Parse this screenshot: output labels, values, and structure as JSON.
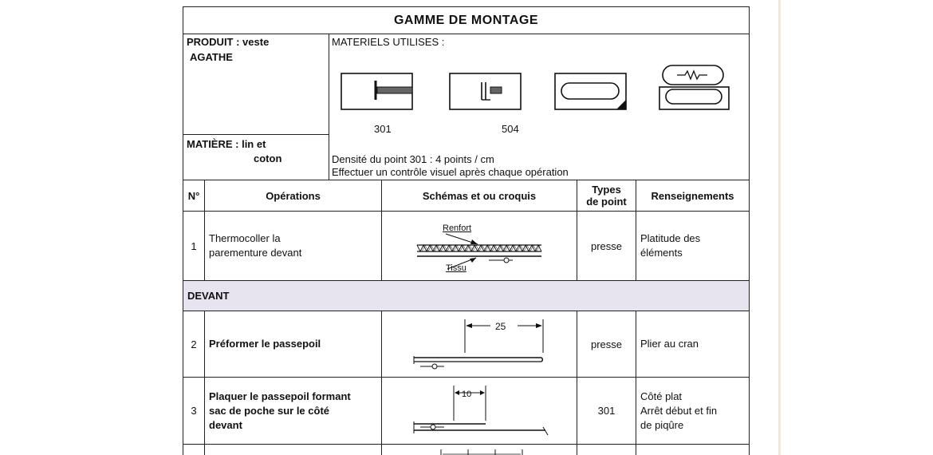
{
  "document": {
    "title": "GAMME DE MONTAGE",
    "product_label": "PRODUIT : veste",
    "product_name": "AGATHE",
    "material_label": "MATIÈRE : lin et",
    "material_name": "coton",
    "materials_title": "MATERIELS UTILISES :",
    "machine_codes": [
      "301",
      "504"
    ],
    "note_density": "Densité du point 301 : 4 points / cm",
    "note_control": "Effectuer un contrôle visuel après chaque opération"
  },
  "table": {
    "headers": {
      "num": "N°",
      "operations": "Opérations",
      "schemas": "Schémas et ou croquis",
      "types_line1": "Types",
      "types_line2": "de point",
      "renseignements": "Renseignements"
    },
    "rows": [
      {
        "num": "1",
        "operation_lines": [
          "Thermocoller la",
          "parementure devant"
        ],
        "sketch_labels": {
          "renfort": "Renfort",
          "tissu": "Tissu"
        },
        "type": "presse",
        "info_lines": [
          "Platitude des",
          "éléments"
        ]
      }
    ],
    "section": "DEVANT",
    "rows2": [
      {
        "num": "2",
        "operation_lines": [
          "Préformer le passepoil"
        ],
        "sketch_labels": {
          "dimension": "25"
        },
        "type": "presse",
        "info_lines": [
          "Plier au cran"
        ]
      },
      {
        "num": "3",
        "operation_lines": [
          "Plaquer le passepoil formant",
          "sac de poche sur le côté",
          "devant"
        ],
        "sketch_labels": {
          "dimension": "10"
        },
        "type": "301",
        "info_lines": [
          "Côté plat",
          "Arrêt début et fin",
          "de piqûre"
        ]
      }
    ]
  }
}
